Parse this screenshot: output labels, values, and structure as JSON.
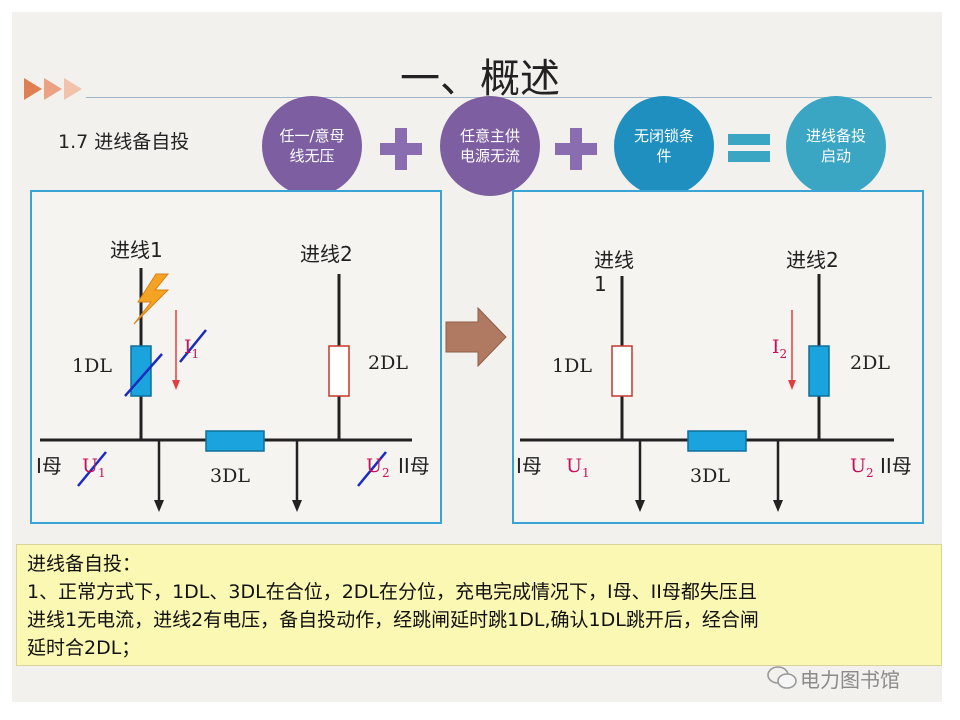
{
  "title": "一、概述",
  "subtitle": "1.7  进线备自投",
  "formula": {
    "c1": "任一/意母线无压",
    "c2": "任意主供电源无流",
    "c3": "无闭锁条件",
    "c4": "进线备投启动",
    "colors": {
      "c1": "#7d5fa1",
      "c2": "#7d5fa1",
      "c3": "#1f8fbf",
      "c4": "#3aa6c4"
    }
  },
  "left_diagram": {
    "in1": "进线1",
    "in2": "进线2",
    "dl1": "1DL",
    "dl2": "2DL",
    "dl3": "3DL",
    "current": "I",
    "current_sub": "1",
    "bus1": "I母",
    "bus2": "II母",
    "u1": "U",
    "u1_sub": "1",
    "u2": "U",
    "u2_sub": "2"
  },
  "right_diagram": {
    "in1": "进线",
    "in1b": "1",
    "in2": "进线2",
    "dl1": "1DL",
    "dl2": "2DL",
    "dl3": "3DL",
    "current": "I",
    "current_sub": "2",
    "bus1": "I母",
    "bus2": "II母",
    "u1": "U",
    "u1_sub": "1",
    "u2": "U",
    "u2_sub": "2"
  },
  "note": {
    "line1": "进线备自投：",
    "line2": "1、正常方式下，1DL、3DL在合位，2DL在分位，充电完成情况下，I母、II母都失压且",
    "line3": "进线1无电流，进线2有电压，备自投动作，经跳闸延时跳1DL,确认1DL跳开后，经合闸",
    "line4": "延时合2DL；"
  },
  "watermark": "电力图书馆"
}
